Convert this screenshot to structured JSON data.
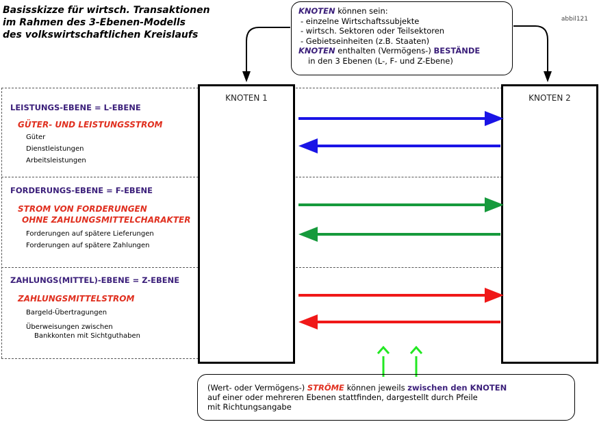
{
  "title": {
    "line1": "Basisskizze für wirtsch. Transaktionen",
    "line2": "im Rahmen des 3-Ebenen-Modells",
    "line3": "des volkswirtschaftlichen Kreislaufs"
  },
  "code": "abbil121",
  "top_box": {
    "l1_kw": "KNOTEN",
    "l1_rest": " können sein:",
    "l2": "- einzelne Wirtschaftssubjekte",
    "l3": "- wirtsch. Sektoren oder Teilsektoren",
    "l4": "- Gebietseinheiten (z.B. Staaten)",
    "l5_kw": "KNOTEN",
    "l5_mid": " enthalten (Vermögens-) ",
    "l5_kw2": "BESTÄNDE",
    "l6": "in den 3 Ebenen (L-, F- und Z-Ebene)"
  },
  "knot1": "KNOTEN 1",
  "knot2": "KNOTEN 2",
  "levels": {
    "l": {
      "title": "LEISTUNGS-EBENE = L-EBENE",
      "stream1": "GÜTER- UND LEISTUNGSSTROM",
      "items": [
        "Güter",
        "Dienstleistungen",
        "Arbeitsleistungen"
      ]
    },
    "f": {
      "title": "FORDERUNGS-EBENE = F-EBENE",
      "stream1": "STROM VON FORDERUNGEN",
      "stream2": "OHNE ZAHLUNGSMITTELCHARAKTER",
      "items": [
        "Forderungen auf spätere Lieferungen",
        "Forderungen auf spätere Zahlungen"
      ]
    },
    "z": {
      "title": "ZAHLUNGS(MITTEL)-EBENE = Z-EBENE",
      "stream1": "ZAHLUNGSMITTELSTROM",
      "items": [
        "Bargeld-Übertragungen",
        "Überweisungen zwischen",
        "Bankkonten mit Sichtguthaben"
      ]
    }
  },
  "bottom_box": {
    "p1": "(Wert- oder Vermögens-) ",
    "p2": "STRÖME",
    "p3": " können jeweils ",
    "p4": "zwischen den KNOTEN",
    "line2": "auf einer oder mehreren Ebenen stattfinden, dargestellt durch Pfeile",
    "line3": "mit Richtungsangabe"
  },
  "colors": {
    "l_arrow": "#1a14e6",
    "f_arrow": "#169a3c",
    "z_arrow": "#f01818",
    "up_arrow": "#22e822"
  }
}
